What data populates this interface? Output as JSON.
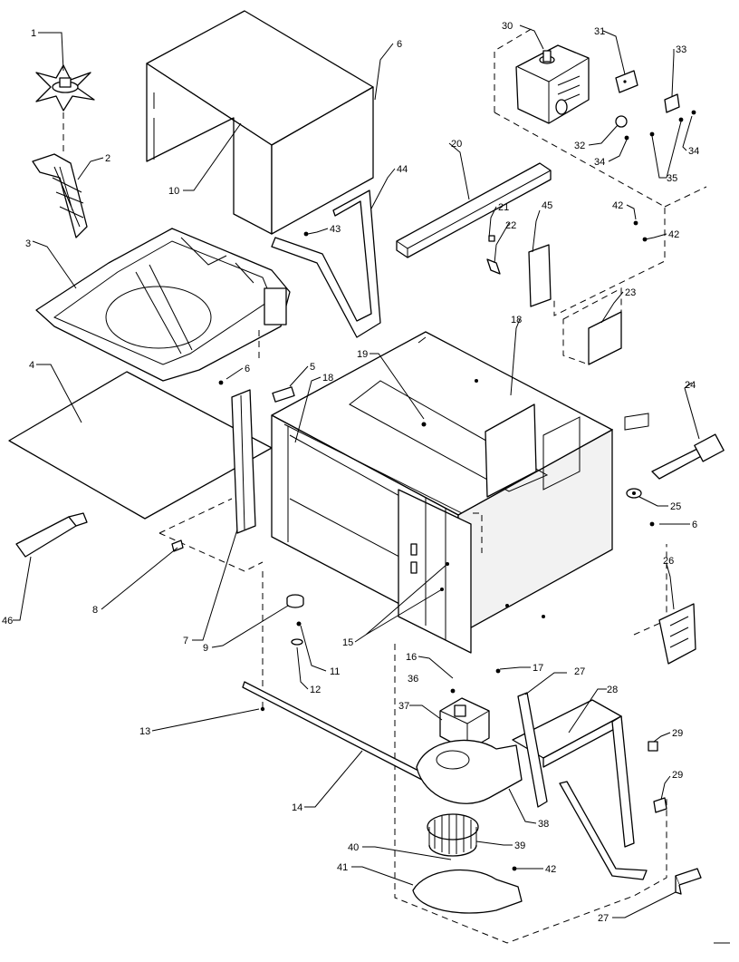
{
  "callouts": [
    {
      "id": "1",
      "label": "1"
    },
    {
      "id": "2",
      "label": "2"
    },
    {
      "id": "3",
      "label": "3"
    },
    {
      "id": "4",
      "label": "4"
    },
    {
      "id": "5",
      "label": "5"
    },
    {
      "id": "6a",
      "label": "6"
    },
    {
      "id": "6b",
      "label": "6"
    },
    {
      "id": "6c",
      "label": "6"
    },
    {
      "id": "7",
      "label": "7"
    },
    {
      "id": "8",
      "label": "8"
    },
    {
      "id": "9",
      "label": "9"
    },
    {
      "id": "10",
      "label": "10"
    },
    {
      "id": "11",
      "label": "11"
    },
    {
      "id": "12",
      "label": "12"
    },
    {
      "id": "13",
      "label": "13"
    },
    {
      "id": "14",
      "label": "14"
    },
    {
      "id": "15",
      "label": "15"
    },
    {
      "id": "16",
      "label": "16"
    },
    {
      "id": "17",
      "label": "17"
    },
    {
      "id": "18a",
      "label": "18"
    },
    {
      "id": "18b",
      "label": "18"
    },
    {
      "id": "19",
      "label": "19"
    },
    {
      "id": "20",
      "label": "20"
    },
    {
      "id": "21",
      "label": "21"
    },
    {
      "id": "22",
      "label": "22"
    },
    {
      "id": "23",
      "label": "23"
    },
    {
      "id": "24",
      "label": "24"
    },
    {
      "id": "25",
      "label": "25"
    },
    {
      "id": "26",
      "label": "26"
    },
    {
      "id": "27a",
      "label": "27"
    },
    {
      "id": "27b",
      "label": "27"
    },
    {
      "id": "28",
      "label": "28"
    },
    {
      "id": "29a",
      "label": "29"
    },
    {
      "id": "29b",
      "label": "29"
    },
    {
      "id": "30",
      "label": "30"
    },
    {
      "id": "31",
      "label": "31"
    },
    {
      "id": "32",
      "label": "32"
    },
    {
      "id": "33",
      "label": "33"
    },
    {
      "id": "34a",
      "label": "34"
    },
    {
      "id": "34b",
      "label": "34"
    },
    {
      "id": "35",
      "label": "35"
    },
    {
      "id": "36",
      "label": "36"
    },
    {
      "id": "37",
      "label": "37"
    },
    {
      "id": "38",
      "label": "38"
    },
    {
      "id": "39",
      "label": "39"
    },
    {
      "id": "40",
      "label": "40"
    },
    {
      "id": "41",
      "label": "41"
    },
    {
      "id": "42a",
      "label": "42"
    },
    {
      "id": "42b",
      "label": "42"
    },
    {
      "id": "42c",
      "label": "42"
    },
    {
      "id": "43",
      "label": "43"
    },
    {
      "id": "44",
      "label": "44"
    },
    {
      "id": "45",
      "label": "45"
    },
    {
      "id": "46",
      "label": "46"
    }
  ]
}
